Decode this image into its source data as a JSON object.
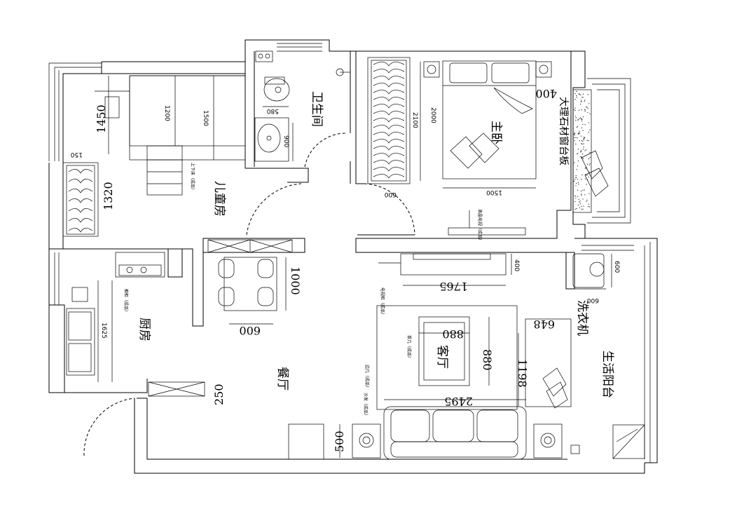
{
  "rooms": {
    "kids_room": "儿童房",
    "bathroom": "卫生间",
    "master_bedroom": "主卧",
    "kitchen": "厨房",
    "dining": "餐厅",
    "living": "客厅",
    "balcony": "生活阳台",
    "washer": "洗衣机",
    "window_sill": "大理石材窗台板"
  },
  "dims": {
    "d1450": "1450",
    "d1200": "1200",
    "d1500a": "1500",
    "d150": "150",
    "d1320": "1320",
    "d580": "580",
    "d900": "900",
    "d2100": "2100",
    "d2000": "2000",
    "d400a": "400",
    "d600a": "600",
    "d1500b": "1500",
    "d400b": "400",
    "d1765": "1765",
    "d600b": "600",
    "d600c": "600",
    "d1000": "1000",
    "d600d": "600",
    "d1625": "1625",
    "d880a": "880",
    "d880b": "880",
    "d648": "648",
    "d1198": "1198",
    "d2495": "2495",
    "d250": "250",
    "d500": "500"
  },
  "notes": {
    "bunk": "上下床（成品）",
    "tv_bed": "液晶电视（成品）",
    "tv_living": "电视柜（成品）",
    "cabinet": "橱柜（成品）",
    "tea_table": "茶几（成品）",
    "sofa": "沙发（成品）",
    "side": "边几（成品）"
  }
}
